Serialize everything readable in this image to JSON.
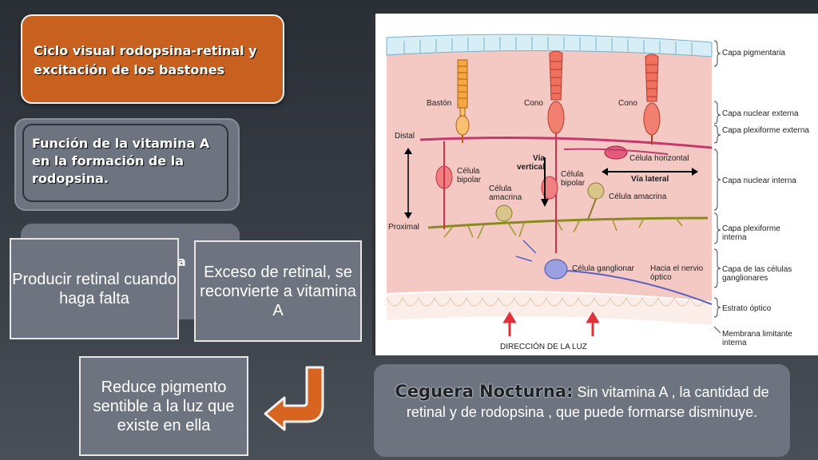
{
  "title": "Ciclo visual rodopsina-retinal y excitación de los bastones",
  "vitamin_title": "Función de la vitamina A en la formación de la rodopsina.",
  "hidden_fragment": "a",
  "boxes": {
    "retinal": "Producir retinal cuando haga falta",
    "exceso": "Exceso de retinal, se reconvierte a vitamina A",
    "reduce": "Reduce pigmento sentible a la luz que existe en ella"
  },
  "ceguera": {
    "title": "Ceguera Nocturna:",
    "text": "Sin vitamina A , la cantidad de retinal y de rodopsina , que puede formarse disminuye."
  },
  "diagram": {
    "labels": {
      "baston": "Bastón",
      "cono1": "Cono",
      "cono2": "Cono",
      "distal": "Distal",
      "proximal": "Proximal",
      "bipolar1": "Célula bipolar",
      "bipolar2": "Célula bipolar",
      "via_vertical": "Vía vertical",
      "via_lateral": "Vía lateral",
      "horizontal": "Célula horizontal",
      "amacrina1": "Célula amacrina",
      "amacrina2": "Célula amacrina",
      "ganglionar": "Célula ganglionar",
      "hacia": "Hacia el nervio óptico",
      "direccion": "DIRECCIÓN DE LA LUZ"
    },
    "layers": [
      "Capa pigmentaria",
      "Capa nuclear externa",
      "Capa plexiforme externa",
      "Capa nuclear interna",
      "Capa plexiforme interna",
      "Capa de las células ganglionares",
      "Estrato óptico",
      "Membrana limitante interna"
    ]
  },
  "colors": {
    "orange": "#c8611f",
    "panel_gray": "#6d7480",
    "retina_pink": "#f4c9c4",
    "arrow_orange": "#d8651f"
  }
}
